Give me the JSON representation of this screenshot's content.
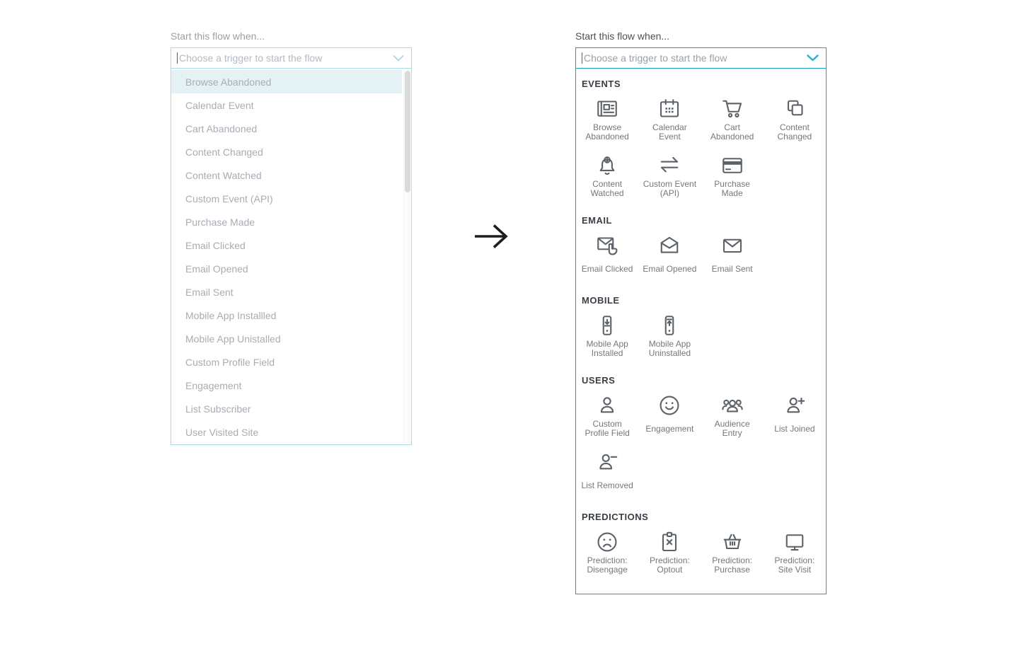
{
  "colors": {
    "teal_border": "#1b9fc5",
    "teal_chevron": "#2aaed3",
    "light_blue_border": "#abdbe8",
    "highlight_row_bg": "#e4f2f6",
    "icon_gray": "#5c6267",
    "arrow_black": "#1d1d1f"
  },
  "left_widget": {
    "label": "Start this flow when...",
    "input": {
      "value": "",
      "placeholder": "Choose a trigger to start the flow",
      "chevron_icon": "chevron-down-icon"
    },
    "options": [
      {
        "label": "Browse Abandoned",
        "highlighted": true
      },
      {
        "label": "Calendar Event"
      },
      {
        "label": "Cart Abandoned"
      },
      {
        "label": "Content Changed"
      },
      {
        "label": "Content Watched"
      },
      {
        "label": "Custom Event (API)"
      },
      {
        "label": "Purchase Made"
      },
      {
        "label": "Email Clicked"
      },
      {
        "label": "Email Opened"
      },
      {
        "label": "Email Sent"
      },
      {
        "label": "Mobile App Installled"
      },
      {
        "label": "Mobile App Unistalled"
      },
      {
        "label": "Custom Profile Field"
      },
      {
        "label": "Engagement"
      },
      {
        "label": "List Subscriber"
      },
      {
        "label": "User Visited Site"
      }
    ]
  },
  "arrow": {
    "icon": "right-arrow-icon"
  },
  "right_widget": {
    "label": "Start this flow when...",
    "input": {
      "value": "",
      "placeholder": "Choose a trigger to start the flow",
      "chevron_icon": "chevron-down-icon"
    },
    "sections": [
      {
        "title": "EVENTS",
        "items": [
          {
            "label": "Browse Abandoned",
            "icon": "browse-abandoned-icon"
          },
          {
            "label": "Calendar Event",
            "icon": "calendar-event-icon"
          },
          {
            "label": "Cart Abandoned",
            "icon": "cart-abandoned-icon"
          },
          {
            "label": "Content Changed",
            "icon": "content-changed-icon"
          },
          {
            "label": "Content Watched",
            "icon": "content-watched-icon"
          },
          {
            "label": "Custom Event (API)",
            "icon": "custom-event-api-icon"
          },
          {
            "label": "Purchase Made",
            "icon": "purchase-made-icon"
          }
        ]
      },
      {
        "title": "EMAIL",
        "items": [
          {
            "label": "Email Clicked",
            "icon": "email-clicked-icon"
          },
          {
            "label": "Email Opened",
            "icon": "email-opened-icon"
          },
          {
            "label": "Email Sent",
            "icon": "email-sent-icon"
          }
        ]
      },
      {
        "title": "MOBILE",
        "items": [
          {
            "label": "Mobile App Installed",
            "icon": "mobile-app-installed-icon"
          },
          {
            "label": "Mobile App Uninstalled",
            "icon": "mobile-app-uninstalled-icon"
          }
        ]
      },
      {
        "title": "USERS",
        "items": [
          {
            "label": "Custom Profile Field",
            "icon": "custom-profile-field-icon"
          },
          {
            "label": "Engagement",
            "icon": "engagement-icon"
          },
          {
            "label": "Audience Entry",
            "icon": "audience-entry-icon"
          },
          {
            "label": "List Joined",
            "icon": "list-joined-icon"
          },
          {
            "label": "List Removed",
            "icon": "list-removed-icon"
          }
        ]
      },
      {
        "title": "PREDICTIONS",
        "items": [
          {
            "label": "Prediction: Disengage",
            "icon": "prediction-disengage-icon"
          },
          {
            "label": "Prediction: Optout",
            "icon": "prediction-optout-icon"
          },
          {
            "label": "Prediction: Purchase",
            "icon": "prediction-purchase-icon"
          },
          {
            "label": "Prediction: Site Visit",
            "icon": "prediction-site-visit-icon"
          }
        ]
      }
    ]
  }
}
